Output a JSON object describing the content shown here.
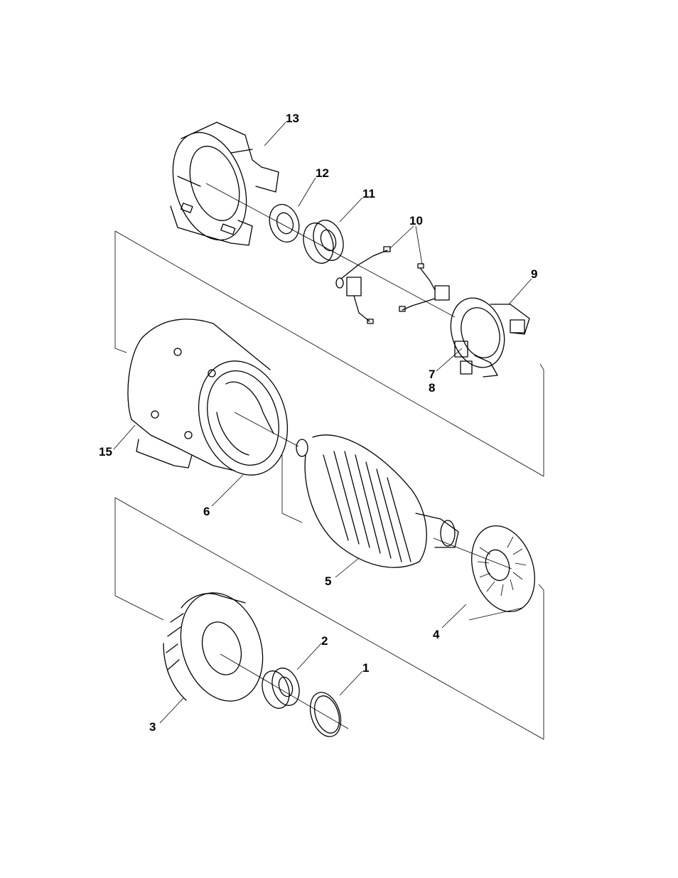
{
  "callouts": [
    {
      "id": "c13",
      "label": "13"
    },
    {
      "id": "c12",
      "label": "12"
    },
    {
      "id": "c11",
      "label": "11"
    },
    {
      "id": "c10",
      "label": "10"
    },
    {
      "id": "c9",
      "label": "9"
    },
    {
      "id": "c7",
      "label": "7"
    },
    {
      "id": "c8",
      "label": "8"
    },
    {
      "id": "c15",
      "label": "15"
    },
    {
      "id": "c6",
      "label": "6"
    },
    {
      "id": "c5",
      "label": "5"
    },
    {
      "id": "c4",
      "label": "4"
    },
    {
      "id": "c2",
      "label": "2"
    },
    {
      "id": "c1",
      "label": "1"
    },
    {
      "id": "c3",
      "label": "3"
    }
  ]
}
